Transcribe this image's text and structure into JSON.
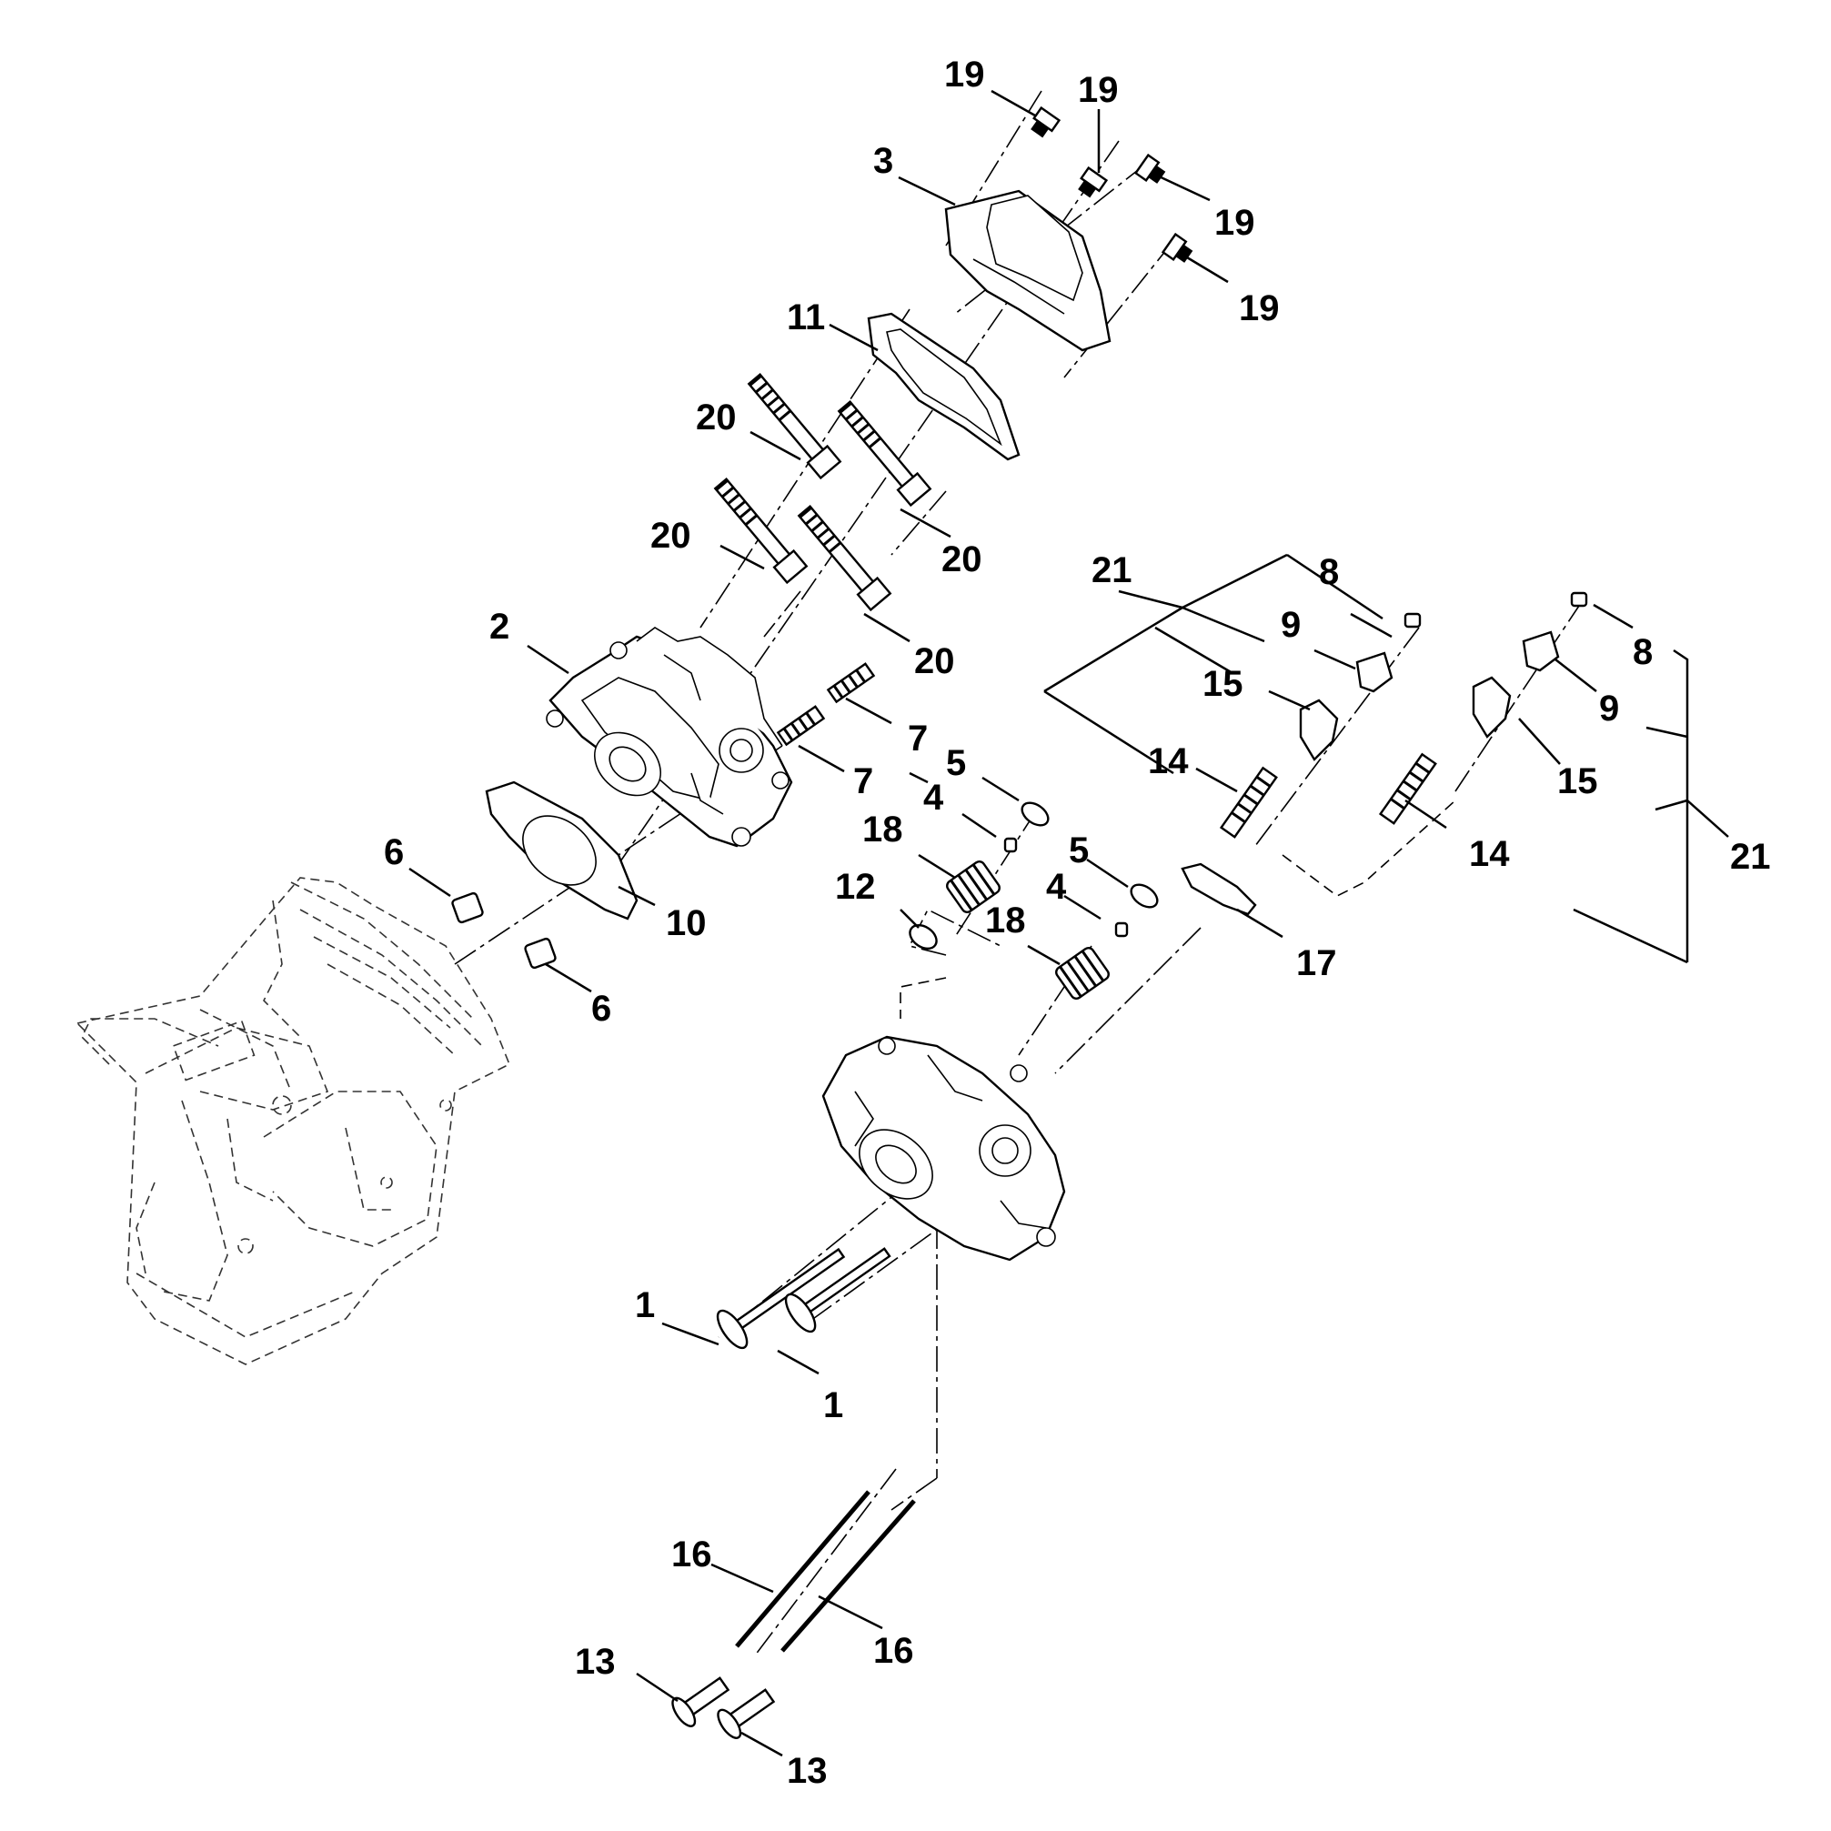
{
  "diagram": {
    "type": "exploded-parts-view",
    "callouts": {
      "c1a": "1",
      "c1b": "1",
      "c2": "2",
      "c3": "3",
      "c4a": "4",
      "c4b": "4",
      "c5a": "5",
      "c5b": "5",
      "c6a": "6",
      "c6b": "6",
      "c7a": "7",
      "c7b": "7",
      "c8a": "8",
      "c8b": "8",
      "c9a": "9",
      "c9b": "9",
      "c10": "10",
      "c11": "11",
      "c12": "12",
      "c13a": "13",
      "c13b": "13",
      "c14a": "14",
      "c14b": "14",
      "c15a": "15",
      "c15b": "15",
      "c16a": "16",
      "c16b": "16",
      "c17": "17",
      "c18a": "18",
      "c18b": "18",
      "c19a": "19",
      "c19b": "19",
      "c19c": "19",
      "c19d": "19",
      "c20a": "20",
      "c20b": "20",
      "c20c": "20",
      "c20d": "20",
      "c21a": "21",
      "c21b": "21"
    }
  }
}
